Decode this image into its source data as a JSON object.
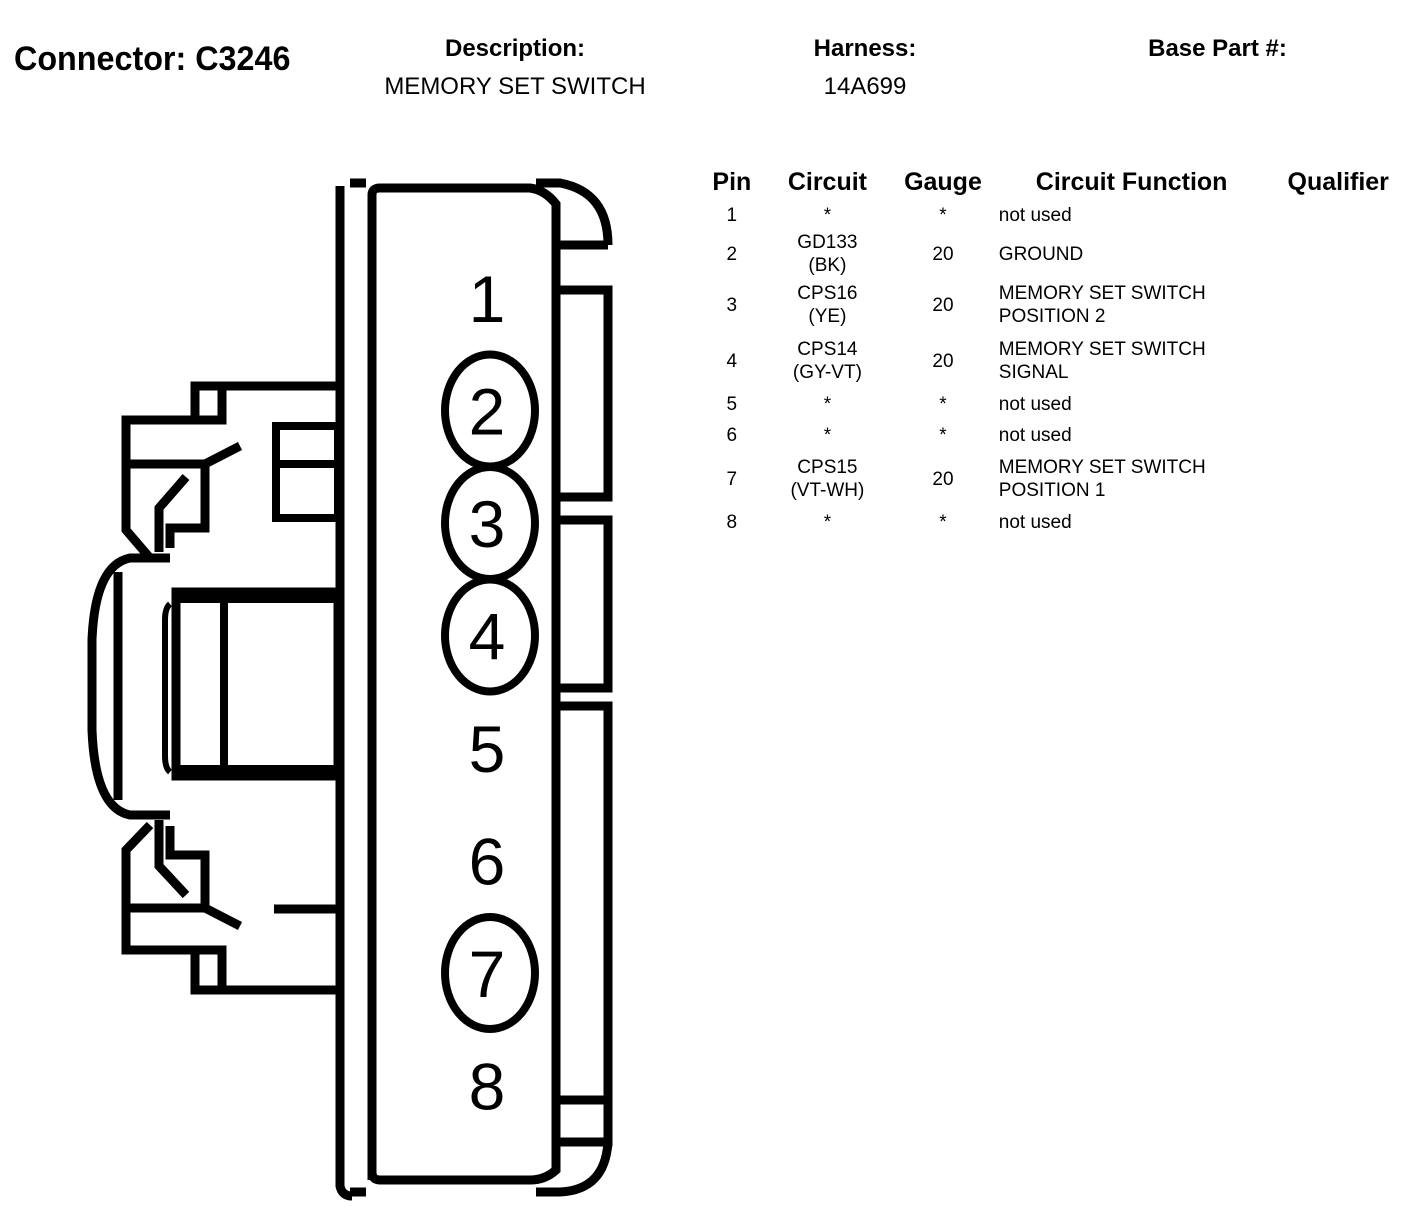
{
  "header": {
    "connector_label": "Connector: C3246",
    "description_label": "Description:",
    "description_value": "MEMORY SET SWITCH",
    "harness_label": "Harness:",
    "harness_value": "14A699",
    "base_part_label": "Base Part #:",
    "base_part_value": ""
  },
  "diagram": {
    "pins": [
      {
        "number": "1",
        "circled": false
      },
      {
        "number": "2",
        "circled": true
      },
      {
        "number": "3",
        "circled": true
      },
      {
        "number": "4",
        "circled": true
      },
      {
        "number": "5",
        "circled": false
      },
      {
        "number": "6",
        "circled": false
      },
      {
        "number": "7",
        "circled": true
      },
      {
        "number": "8",
        "circled": false
      }
    ]
  },
  "table": {
    "columns": [
      "Pin",
      "Circuit",
      "Gauge",
      "Circuit Function",
      "Qualifier"
    ],
    "rows": [
      {
        "pin": "1",
        "circuit": "*",
        "gauge": "*",
        "function": "not used",
        "qualifier": ""
      },
      {
        "pin": "2",
        "circuit": "GD133 (BK)",
        "gauge": "20",
        "function": "GROUND",
        "qualifier": ""
      },
      {
        "pin": "3",
        "circuit": "CPS16 (YE)",
        "gauge": "20",
        "function": "MEMORY SET SWITCH POSITION 2",
        "qualifier": ""
      },
      {
        "pin": "4",
        "circuit": "CPS14 (GY-VT)",
        "gauge": "20",
        "function": "MEMORY SET SWITCH SIGNAL",
        "qualifier": ""
      },
      {
        "pin": "5",
        "circuit": "*",
        "gauge": "*",
        "function": "not used",
        "qualifier": ""
      },
      {
        "pin": "6",
        "circuit": "*",
        "gauge": "*",
        "function": "not used",
        "qualifier": ""
      },
      {
        "pin": "7",
        "circuit": "CPS15 (VT-WH)",
        "gauge": "20",
        "function": "MEMORY SET SWITCH POSITION 1",
        "qualifier": ""
      },
      {
        "pin": "8",
        "circuit": "*",
        "gauge": "*",
        "function": "not used",
        "qualifier": ""
      }
    ]
  }
}
